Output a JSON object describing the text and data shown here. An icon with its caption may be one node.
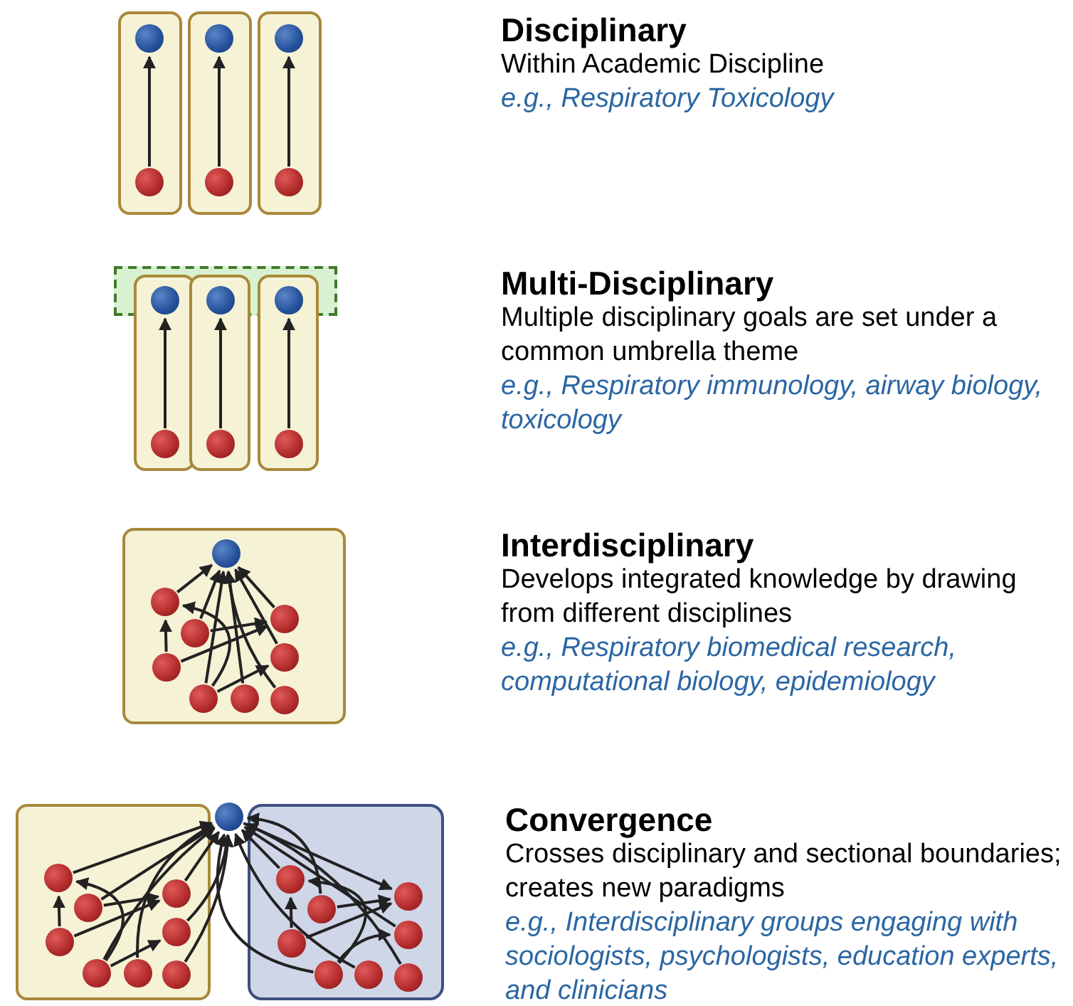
{
  "diagram": {
    "nodes": [
      {
        "text": [],
        "shape": "box"
      },
      {
        "text": [],
        "shape": "circle",
        "in": 0
      },
      {
        "text": [],
        "shape": "circle",
        "in": 0
      },
      {
        "text": [],
        "shape": "box"
      },
      {
        "text": [],
        "shape": "circle",
        "in": 3
      },
      {
        "text": [],
        "shape": "circle",
        "in": 3
      },
      {
        "text": [],
        "shape": "box"
      },
      {
        "text": [],
        "shape": "circle",
        "in": 6
      },
      {
        "text": [],
        "shape": "circle",
        "in": 6
      },
      {
        "text": [],
        "shape": "box"
      },
      {
        "text": [],
        "shape": "box"
      },
      {
        "text": [],
        "shape": "circle"
      },
      {
        "text": [],
        "shape": "circle",
        "in": 10
      },
      {
        "text": [],
        "shape": "box"
      },
      {
        "text": [],
        "shape": "circle"
      },
      {
        "text": [],
        "shape": "circle",
        "in": 13
      },
      {
        "text": [],
        "shape": "box"
      },
      {
        "text": [],
        "shape": "circle"
      },
      {
        "text": [],
        "shape": "circle",
        "in": 16
      },
      {
        "text": [],
        "shape": "box"
      },
      {
        "text": [],
        "shape": "circle",
        "in": 19
      },
      {
        "text": [],
        "shape": "circle",
        "in": 19
      },
      {
        "text": [],
        "shape": "circle",
        "in": 19
      },
      {
        "text": [],
        "shape": "circle",
        "in": 19
      },
      {
        "text": [],
        "shape": "circle",
        "in": 19
      },
      {
        "text": [],
        "shape": "circle",
        "in": 19
      },
      {
        "text": [],
        "shape": "circle",
        "in": 19
      },
      {
        "text": [],
        "shape": "circle",
        "in": 19
      },
      {
        "text": [],
        "shape": "circle",
        "in": 19
      },
      {
        "text": [],
        "shape": "box"
      },
      {
        "text": [],
        "shape": "circle",
        "in": 29
      },
      {
        "text": [],
        "shape": "circle",
        "in": 29
      },
      {
        "text": [],
        "shape": "circle",
        "in": 29
      },
      {
        "text": [],
        "shape": "circle",
        "in": 29
      },
      {
        "text": [],
        "shape": "circle",
        "in": 29
      },
      {
        "text": [],
        "shape": "circle",
        "in": 29
      },
      {
        "text": [],
        "shape": "circle",
        "in": 29
      },
      {
        "text": [],
        "shape": "circle",
        "in": 29
      },
      {
        "text": [],
        "shape": "circle"
      },
      {
        "text": [],
        "shape": "box"
      },
      {
        "text": [],
        "shape": "circle",
        "in": 39
      },
      {
        "text": [],
        "shape": "circle",
        "in": 39
      },
      {
        "text": [],
        "shape": "circle",
        "in": 39
      },
      {
        "text": [],
        "shape": "circle",
        "in": 39
      },
      {
        "text": [],
        "shape": "circle",
        "in": 39
      },
      {
        "text": [],
        "shape": "circle",
        "in": 39
      },
      {
        "text": [],
        "shape": "circle",
        "in": 39
      },
      {
        "text": [],
        "shape": "circle",
        "in": 39
      }
    ],
    "edges": [
      {
        "from": 2,
        "to": 1,
        "arrow": "to"
      },
      {
        "from": 5,
        "to": 4,
        "arrow": "to"
      },
      {
        "from": 8,
        "to": 7,
        "arrow": "to"
      },
      {
        "from": 12,
        "to": 11,
        "arrow": "to"
      },
      {
        "from": 15,
        "to": 14,
        "arrow": "to"
      },
      {
        "from": 18,
        "to": 17,
        "arrow": "to"
      },
      {
        "from": 21,
        "to": 20,
        "arrow": "to"
      },
      {
        "from": 22,
        "to": 20,
        "arrow": "to"
      },
      {
        "from": 23,
        "to": 20,
        "arrow": "to"
      },
      {
        "from": 25,
        "to": 20,
        "arrow": "to"
      },
      {
        "from": 26,
        "to": 20,
        "arrow": "to"
      },
      {
        "from": 27,
        "to": 20,
        "arrow": "to"
      },
      {
        "from": 28,
        "to": 20,
        "arrow": "to"
      },
      {
        "from": 24,
        "to": 21,
        "arrow": "to"
      },
      {
        "from": 26,
        "to": 21,
        "arrow": "to"
      },
      {
        "from": 24,
        "to": 23,
        "arrow": "to"
      },
      {
        "from": 22,
        "to": 23,
        "arrow": "to"
      },
      {
        "from": 26,
        "to": 25,
        "arrow": "to"
      },
      {
        "from": 30,
        "to": 38,
        "arrow": "to"
      },
      {
        "from": 31,
        "to": 38,
        "arrow": "to"
      },
      {
        "from": 32,
        "to": 38,
        "arrow": "to"
      },
      {
        "from": 34,
        "to": 38,
        "arrow": "to"
      },
      {
        "from": 35,
        "to": 38,
        "arrow": "to"
      },
      {
        "from": 36,
        "to": 38,
        "arrow": "to"
      },
      {
        "from": 37,
        "to": 38,
        "arrow": "to"
      },
      {
        "from": 33,
        "to": 30,
        "arrow": "to"
      },
      {
        "from": 35,
        "to": 30,
        "arrow": "to"
      },
      {
        "from": 33,
        "to": 32,
        "arrow": "to"
      },
      {
        "from": 31,
        "to": 32,
        "arrow": "to"
      },
      {
        "from": 35,
        "to": 34,
        "arrow": "to"
      },
      {
        "from": 40,
        "to": 38,
        "arrow": "to"
      },
      {
        "from": 41,
        "to": 38,
        "arrow": "to"
      },
      {
        "from": 38,
        "to": 42,
        "arrow": "to"
      },
      {
        "from": 44,
        "to": 38,
        "arrow": "to"
      },
      {
        "from": 45,
        "to": 38,
        "arrow": "to"
      },
      {
        "from": 46,
        "to": 38,
        "arrow": "to"
      },
      {
        "from": 47,
        "to": 38,
        "arrow": "to"
      },
      {
        "from": 43,
        "to": 40,
        "arrow": "to"
      },
      {
        "from": 45,
        "to": 40,
        "arrow": "to"
      },
      {
        "from": 43,
        "to": 42,
        "arrow": "to"
      },
      {
        "from": 41,
        "to": 42,
        "arrow": "to"
      },
      {
        "from": 45,
        "to": 44,
        "arrow": "to"
      }
    ],
    "labels": [
      "Disciplinary",
      "Within Academic Discipline",
      "e.g., Respiratory Toxicology",
      "Multi-Disciplinary",
      "Multiple disciplinary goals are set under a common umbrella theme",
      "e.g., Respiratory immunology, airway biology, toxicology",
      "Interdisciplinary",
      "Develops integrated knowledge by drawing from different disciplines",
      "e.g., Respiratory biomedical research, computational biology, epidemiology",
      "Convergence",
      "Crosses disciplinary and sectional boundaries; creates new paradigms",
      "e.g., Interdisciplinary groups engaging with sociologists, psychologists, education experts, and clinicians"
    ]
  }
}
